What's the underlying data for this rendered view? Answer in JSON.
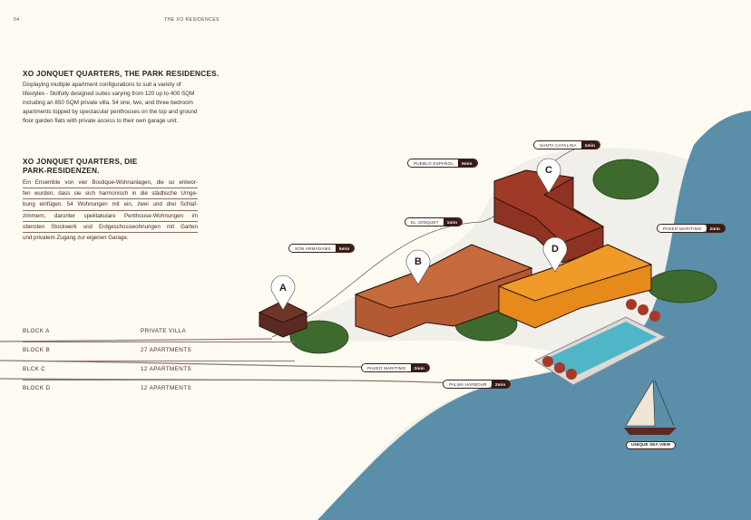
{
  "header": {
    "page_number": "04",
    "running_title": "THE XO RESIDENCES"
  },
  "english": {
    "title": "XO JONQUET QUARTERS, THE PARK RESIDENCES.",
    "body": "Displaying multiple apartment configurations to suit a variety of lifestyles - Skilfully designed suites varying from 120 up to 400 SQM including an 850 SQM private villa. 54 one, two, and three bedroom apartments topped by spectacular penthouses on the top and ground floor garden flats with private access to their own garage unit."
  },
  "german": {
    "title_line1": "XO JONQUET QUARTERS, DIE",
    "title_line2": "PARK-RESIDENZEN.",
    "lines": [
      "Ein Ensemble von vier Boutique-Wohnanlagen, die so entwor-",
      "fen wurden, dass sie sich harmonisch in die städtische Umge-",
      "bung einfügen. 54 Wohnungen mit ein, zwei und drei Schlaf-",
      "zimmern, darunter spektakulare Penthouse-Wohnungen im",
      "obersten Stockwerk und Erdgeschosswohnungen mit Garten",
      "und privatem Zugang zur eigenen Garage."
    ]
  },
  "blocks": [
    {
      "name": "BLOCK  A",
      "value": "PRIVATE    VILLA"
    },
    {
      "name": "BLOCK  B",
      "value": "27 APARTMENTS"
    },
    {
      "name": "BLCK    C",
      "value": "12 APARTMENTS"
    },
    {
      "name": "BLOCK  D",
      "value": "12 APARTMENTS"
    }
  ],
  "markers": [
    "A",
    "B",
    "C",
    "D"
  ],
  "locations": [
    {
      "name": "SANTA CATALINA",
      "time": "1min"
    },
    {
      "name": "PUEBLO ESPAÑOL",
      "time": "5min"
    },
    {
      "name": "EL JONQUET",
      "time": "1min"
    },
    {
      "name": "SON ARMADAMS",
      "time": "5min"
    },
    {
      "name": "PASEO MARITIMO",
      "time": "2min"
    },
    {
      "name": "PASEO MARITIMO",
      "time": "2min"
    },
    {
      "name": "PALMA HARBOUR",
      "time": "2min"
    }
  ],
  "sea_label": "UNIQUE SEA VIEW",
  "colors": {
    "sea": "#5b8fa9",
    "land": "#f1efea",
    "block_a": "#5a2a20",
    "block_b": "#b35a32",
    "block_c": "#8e3222",
    "block_d": "#e68a1c",
    "tree": "#3e6a2e",
    "pool": "#4fb5c7"
  }
}
